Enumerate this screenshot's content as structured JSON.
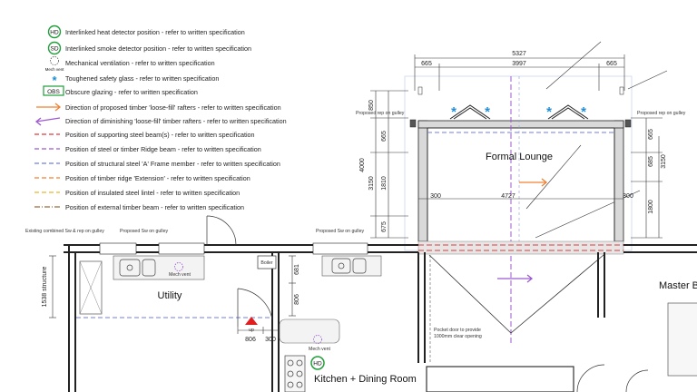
{
  "legend": {
    "items": [
      {
        "symbol": "HD",
        "text": "Interlinked heat detector position - refer to written specification"
      },
      {
        "symbol": "SD",
        "text": "Interlinked smoke detector position - refer to written specification"
      },
      {
        "symbol": "Mech vent",
        "text": "Mechanical ventilation - refer to written specification"
      },
      {
        "symbol": "*",
        "text": "Toughened safety glass - refer to written specification"
      },
      {
        "symbol": "OBS",
        "text": "Obscure glazing - refer to written specification"
      },
      {
        "symbol": "orange-arrow",
        "text": "Direction of proposed timber 'loose-fill' rafters - refer to written specification"
      },
      {
        "symbol": "purple-arrow",
        "text": "Direction of diminishing 'loose-fill' timber rafters - refer to written specification"
      },
      {
        "symbol": "red-dash",
        "text": "Position of supporting steel beam(s) - refer to written specification"
      },
      {
        "symbol": "purple-dash",
        "text": "Position of steel or timber Ridge beam - refer to written specification"
      },
      {
        "symbol": "blue-dash",
        "text": "Position of structural steel 'A' Frame member - refer to written specification"
      },
      {
        "symbol": "orange-dash",
        "text": "Position of timber ridge 'Extension' - refer to written specification"
      },
      {
        "symbol": "yellow-dash",
        "text": "Position of insulated steel lintel - refer to written specification"
      },
      {
        "symbol": "brown-dash",
        "text": "Position of external timber beam - refer to written specification"
      }
    ],
    "colors": {
      "hd": "#1f9e3a",
      "star": "#1e8fd6",
      "orange": "#f08030",
      "purple": "#9b59d0",
      "red": "#e23a3a",
      "blue": "#6f7fe0",
      "yellow": "#e8b830",
      "brown": "#9a6a3a"
    }
  },
  "rooms": {
    "formal_lounge": "Formal Lounge",
    "utility": "Utility",
    "kitchen": "Kitchen + Dining Room",
    "master": "Master B"
  },
  "dimensions": {
    "top_total": "5327",
    "top_left": "665",
    "top_mid": "3997",
    "top_right": "665",
    "left_850": "850",
    "left_665": "665",
    "left_4000": "4000",
    "left_3150": "3150",
    "left_1810": "1810",
    "left_675": "675",
    "right_665": "665",
    "right_685": "685",
    "right_3150": "3150",
    "right_1800": "1800",
    "mid_300a": "300",
    "mid_4727": "4727",
    "mid_300b": "300",
    "util_681": "681",
    "util_806v": "806",
    "util_806h": "806",
    "util_300": "300",
    "util_1538": "1538 structure"
  },
  "notes": {
    "proposed_rep_left": "Proposed rep on gulley",
    "proposed_rep_right": "Proposed rep on gulley",
    "existing_combined": "Existing combined Sw & rep on gulley",
    "proposed_sw_1": "Proposed Sw on gulley",
    "proposed_sw_2": "Proposed Sw on gulley",
    "boiler": "Boiler",
    "mech_vent_1": "Mech vent",
    "mech_vent_2": "Mech vent",
    "pocket_door": "Pocket door to provide",
    "pocket_door_2": "1000mm clear opening",
    "up": "up",
    "hd_plan": "HD"
  }
}
